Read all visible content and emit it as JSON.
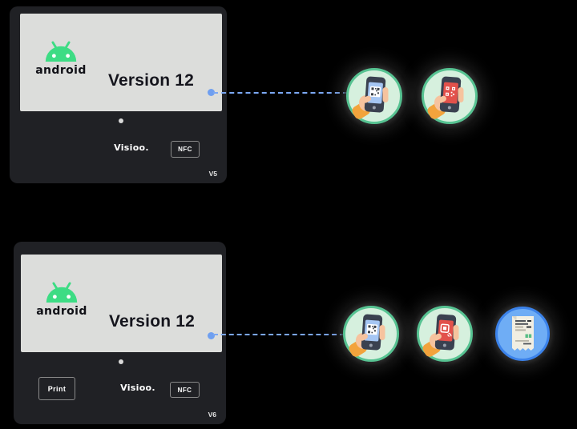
{
  "canvas": {
    "background": "#000000"
  },
  "devices": [
    {
      "name": "android-terminal-v5",
      "os_wordmark": "android",
      "version_text": "Version 12",
      "brand": "Visioo.",
      "nfc_label": "NFC",
      "variant_label": "V5"
    },
    {
      "name": "android-terminal-v6",
      "os_wordmark": "android",
      "version_text": "Version 12",
      "brand": "Visioo.",
      "print_label": "Print",
      "nfc_label": "NFC",
      "variant_label": "V6"
    }
  ],
  "connectors": [
    {
      "from": "android-terminal-v5",
      "to": "top icon row",
      "style": "dashed",
      "color": "#7ba7f2"
    },
    {
      "from": "android-terminal-v6",
      "to": "bottom icon row",
      "style": "dashed",
      "color": "#7ba7f2"
    }
  ],
  "icon_rows": {
    "top": [
      {
        "icon": "hand-phone-qr-blue-screen"
      },
      {
        "icon": "hand-phone-qr-red-screen"
      }
    ],
    "bottom": [
      {
        "icon": "hand-phone-qr-blue-screen"
      },
      {
        "icon": "hand-phone-dynamic-qr-red-screen"
      },
      {
        "icon": "receipt"
      }
    ]
  },
  "colors": {
    "android_green": "#3DDC84",
    "device_frame": "#202125",
    "device_screen": "#DCDDDB",
    "connector_blue": "#7BA7F2",
    "circle_mint_fill": "#D6F0DE",
    "circle_green_border": "#57C392",
    "circle_blue_fill": "#6FADF5",
    "circle_blue_border": "#3B82EA",
    "phone_body": "#3A4150",
    "phone_screen_blue": "#A5C6F3",
    "phone_screen_red": "#E2514B",
    "sleeve_orange": "#F2A33C",
    "hand_skin": "#F6C39E"
  }
}
